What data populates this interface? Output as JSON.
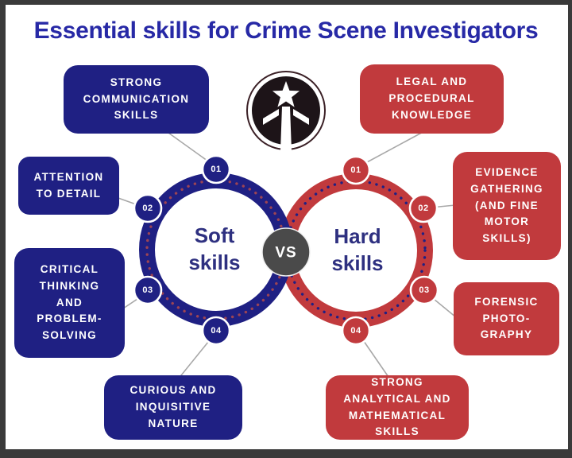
{
  "title": "Essential skills for Crime Scene Investigators",
  "vs_label": "VS",
  "colors": {
    "navy": "#1f2083",
    "red": "#c13a3d",
    "title": "#2729a6",
    "vs_gray": "#4a4a4a",
    "frame": "#3a3a3a",
    "connector": "#a8a8a8",
    "label_navy": "#2e3080",
    "dot_on_navy": "#9c4454",
    "dot_on_red": "#1f2083",
    "logo_black": "#1d1418",
    "logo_ring": "#3b2026"
  },
  "soft": {
    "label": "Soft\nskills",
    "items": [
      {
        "num": "01",
        "label": "STRONG\nCOMMUNICATION\nSKILLS"
      },
      {
        "num": "02",
        "label": "ATTENTION\nTO DETAIL"
      },
      {
        "num": "03",
        "label": "CRITICAL\nTHINKING\nAND\nPROBLEM-\nSOLVING"
      },
      {
        "num": "04",
        "label": "CURIOUS AND\nINQUISITIVE\nNATURE"
      }
    ]
  },
  "hard": {
    "label": "Hard\nskills",
    "items": [
      {
        "num": "01",
        "label": "LEGAL AND\nPROCEDURAL\nKNOWLEDGE"
      },
      {
        "num": "02",
        "label": "EVIDENCE\nGATHERING\n(AND FINE\nMOTOR\nSKILLS)"
      },
      {
        "num": "03",
        "label": "FORENSIC\nPHOTO-\nGRAPHY"
      },
      {
        "num": "04",
        "label": "STRONG\nANALYTICAL AND\nMATHEMATICAL\nSKILLS"
      }
    ]
  }
}
